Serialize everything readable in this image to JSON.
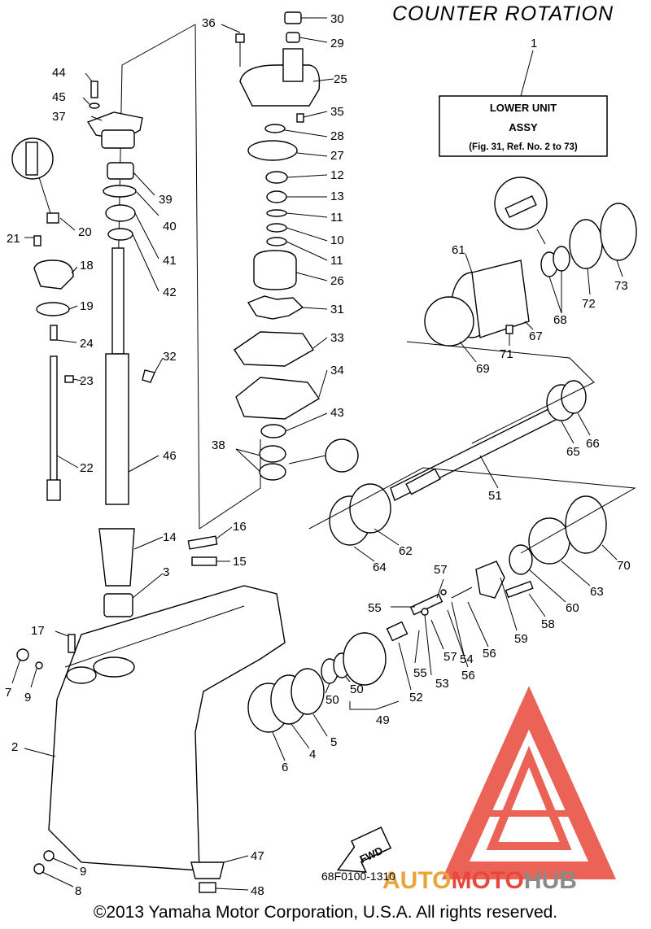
{
  "header": {
    "title": "COUNTER ROTATION"
  },
  "assembly_box": {
    "ref": "1",
    "line1": "LOWER UNIT",
    "line2": "ASSY",
    "line3": "(Fig. 31, Ref. No. 2 to 73)"
  },
  "fwd_label": "FWD",
  "drawing_code": "68F0100-1310",
  "copyright": "©2013 Yamaha Motor Corporation, U.S.A. All rights reserved.",
  "watermark": {
    "part1": "AUTO",
    "part2": "MOTO",
    "part3": "HUB",
    "color_red": "#e8473a",
    "color_gray": "#8a8a8a"
  },
  "part_labels": [
    "30",
    "29",
    "36",
    "25",
    "44",
    "45",
    "37",
    "35",
    "28",
    "27",
    "39",
    "12",
    "13",
    "40",
    "11",
    "20",
    "21",
    "10",
    "41",
    "11",
    "18",
    "42",
    "26",
    "19",
    "31",
    "24",
    "32",
    "33",
    "23",
    "34",
    "46",
    "43",
    "22",
    "38",
    "14",
    "16",
    "15",
    "3",
    "17",
    "7",
    "9",
    "2",
    "9",
    "8",
    "47",
    "48",
    "6",
    "4",
    "5",
    "50",
    "50",
    "49",
    "52",
    "55",
    "53",
    "55",
    "57",
    "57",
    "54",
    "56",
    "56",
    "59",
    "58",
    "60",
    "63",
    "70",
    "64",
    "62",
    "51",
    "65",
    "66",
    "69",
    "71",
    "67",
    "68",
    "72",
    "73",
    "61"
  ]
}
